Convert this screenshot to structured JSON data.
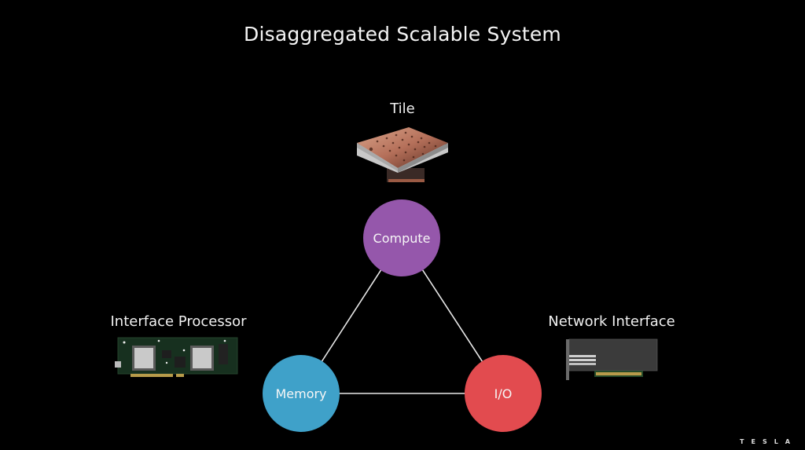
{
  "title": "Disaggregated Scalable System",
  "hardware": {
    "tile": {
      "label": "Tile",
      "icon": "tile-hardware-image"
    },
    "interface_processor": {
      "label": "Interface Processor",
      "icon": "circuit-board-image"
    },
    "network_interface": {
      "label": "Network Interface",
      "icon": "network-card-image"
    }
  },
  "nodes": [
    {
      "id": "compute",
      "label": "Compute",
      "color": "#9557ab"
    },
    {
      "id": "memory",
      "label": "Memory",
      "color": "#3fa1c9"
    },
    {
      "id": "io",
      "label": "I/O",
      "color": "#e24b4f"
    }
  ],
  "edges": [
    [
      "compute",
      "memory"
    ],
    [
      "compute",
      "io"
    ],
    [
      "memory",
      "io"
    ]
  ],
  "brand": "TESLA"
}
